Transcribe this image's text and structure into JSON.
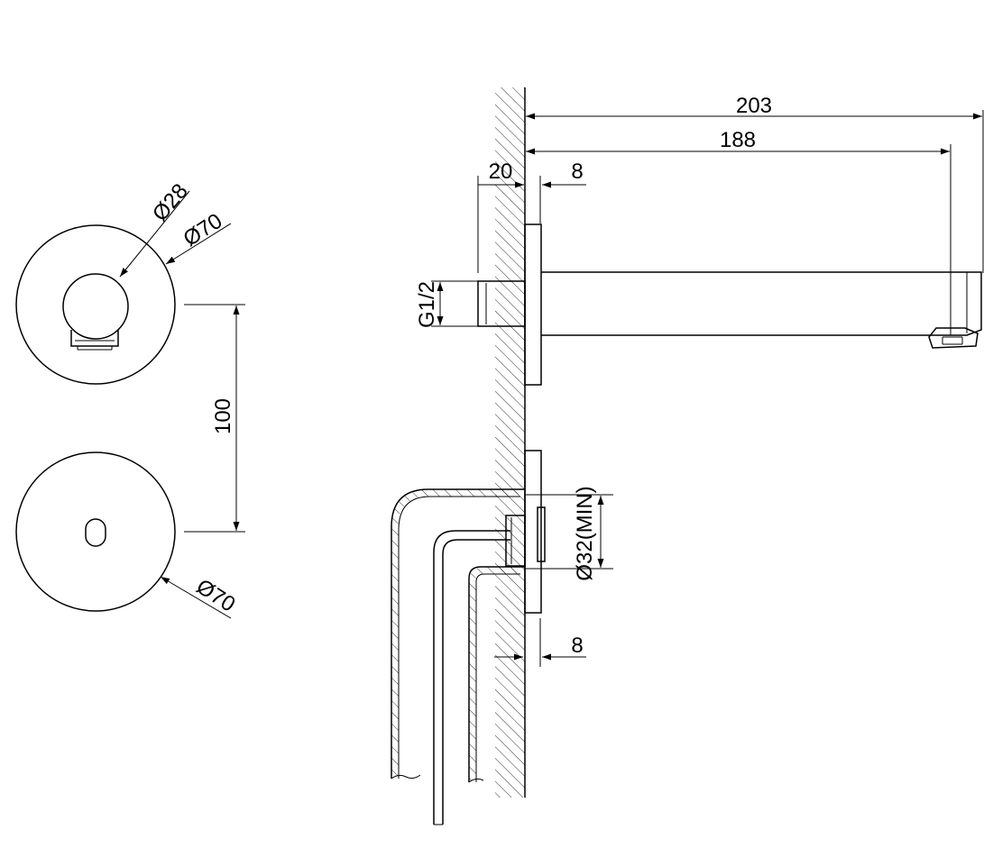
{
  "dimensions": {
    "d_sensor_top": "Ø28",
    "d_rosette_top": "Ø70",
    "d_rosette_bottom": "Ø70",
    "spacing": "100",
    "total_length": "203",
    "spout_length": "188",
    "wall_thickness": "20",
    "rosette_depth_top": "8",
    "rosette_depth_bottom": "8",
    "thread": "G1/2",
    "hole_min": "Ø32(MIN)"
  }
}
